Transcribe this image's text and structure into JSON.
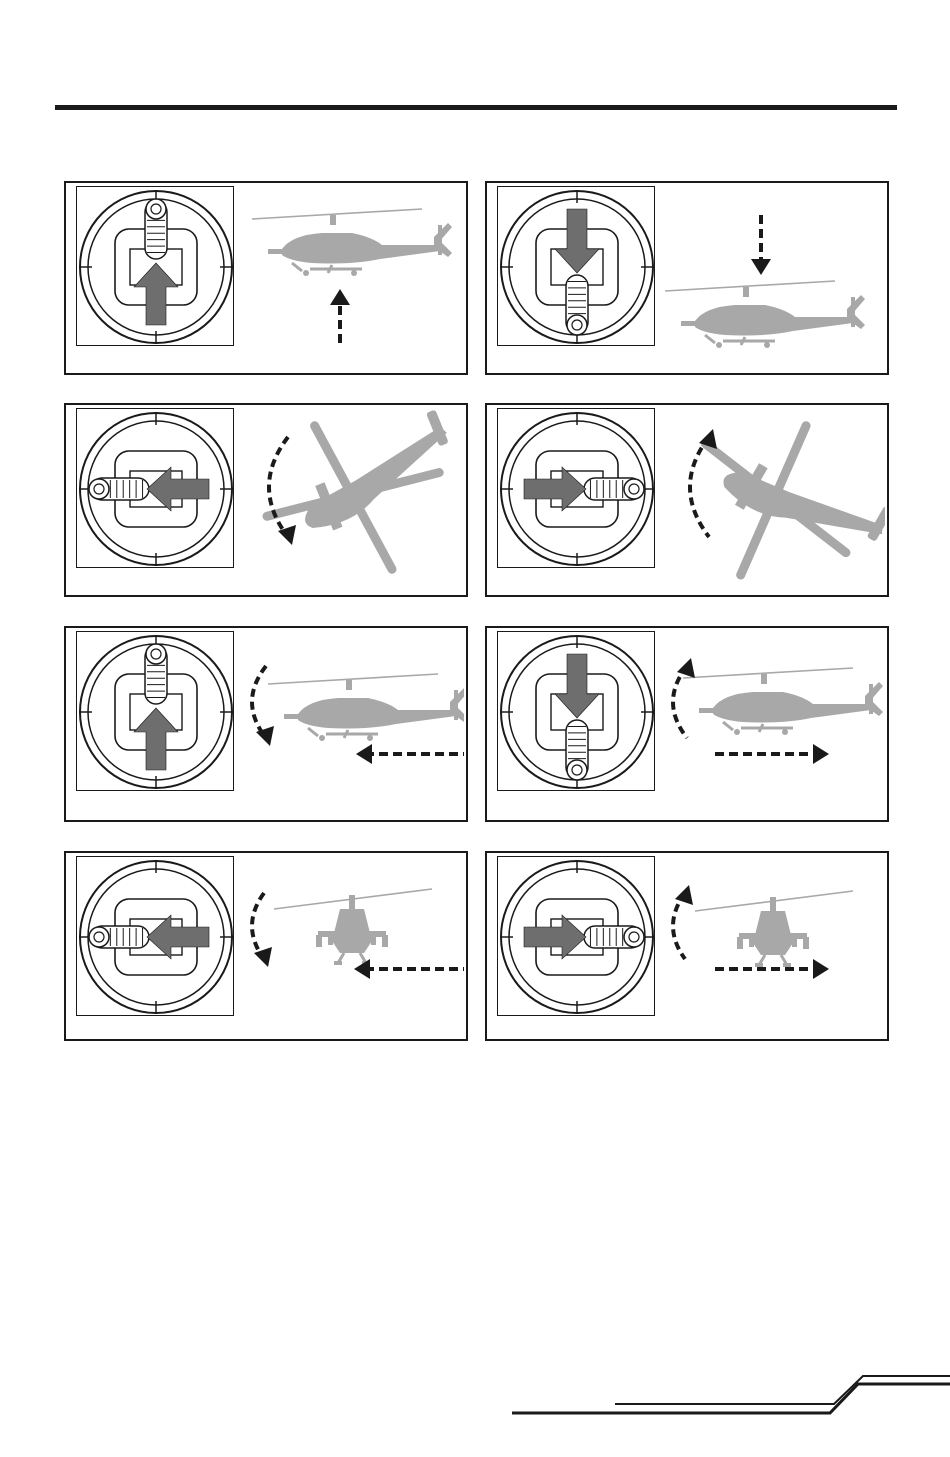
{
  "page": {
    "diagram": {
      "panels": [
        {
          "id": "up",
          "stick": "up",
          "heli_view": "side",
          "heli_dir": "right",
          "motion": "climb"
        },
        {
          "id": "down",
          "stick": "down",
          "heli_view": "side",
          "heli_dir": "right",
          "motion": "descend"
        },
        {
          "id": "yaw-left",
          "stick": "left",
          "heli_view": "top",
          "motion": "rotate-left"
        },
        {
          "id": "yaw-right",
          "stick": "right",
          "heli_view": "top",
          "motion": "rotate-right"
        },
        {
          "id": "forward",
          "stick": "up",
          "heli_view": "side",
          "heli_dir": "left",
          "motion": "forward"
        },
        {
          "id": "backward",
          "stick": "down",
          "heli_view": "side",
          "heli_dir": "right",
          "motion": "backward"
        },
        {
          "id": "sideways-left",
          "stick": "left",
          "heli_view": "front",
          "motion": "strafe-left"
        },
        {
          "id": "sideways-right",
          "stick": "right",
          "heli_view": "front",
          "motion": "strafe-right"
        }
      ]
    },
    "colors": {
      "ink": "#1a1a1a",
      "heli_gray": "#a8a8a8",
      "arrow_gray": "#6e6e6e"
    }
  }
}
